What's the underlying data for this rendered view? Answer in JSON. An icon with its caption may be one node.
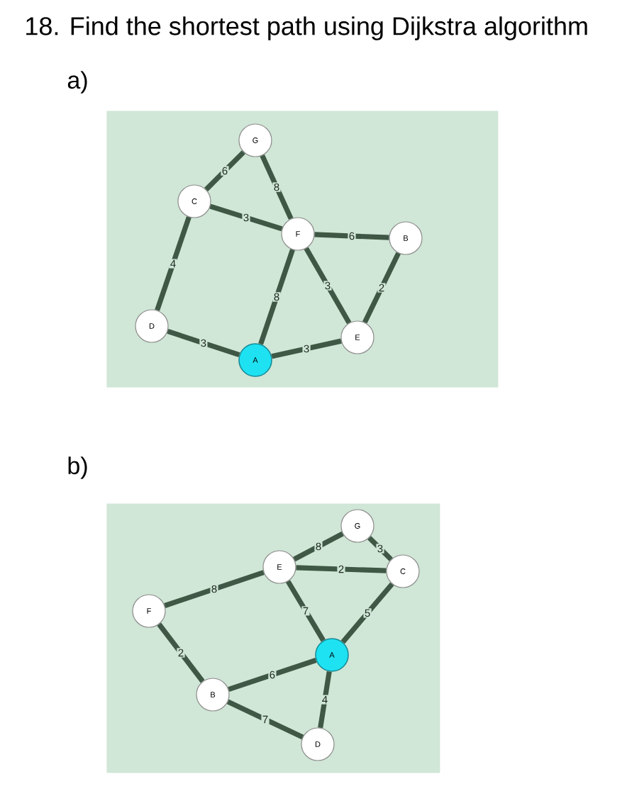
{
  "diagram": {
    "title": "18. Find the shortest path using Dijkstra algorithm",
    "nodes": [
      {
        "text": [
          "a)"
        ]
      },
      {
        "text": [
          "G"
        ],
        "in": 0
      },
      {
        "text": [
          "C"
        ],
        "in": 0
      },
      {
        "text": [
          "F"
        ],
        "in": 0
      },
      {
        "text": [
          "B"
        ],
        "in": 0
      },
      {
        "text": [
          "D"
        ],
        "in": 0
      },
      {
        "text": [
          "E"
        ],
        "in": 0
      },
      {
        "text": [
          "A"
        ],
        "in": 0
      },
      {
        "text": [
          "b)"
        ]
      },
      {
        "text": [
          "G"
        ],
        "in": 8
      },
      {
        "text": [
          "E"
        ],
        "in": 8
      },
      {
        "text": [
          "C"
        ],
        "in": 8
      },
      {
        "text": [
          "F"
        ],
        "in": 8
      },
      {
        "text": [
          "A"
        ],
        "in": 8
      },
      {
        "text": [
          "B"
        ],
        "in": 8
      },
      {
        "text": [
          "D"
        ],
        "in": 8
      }
    ],
    "edges": [
      {
        "from": 2,
        "to": 1,
        "arrow": "none",
        "label": "6"
      },
      {
        "from": 1,
        "to": 3,
        "arrow": "none",
        "label": "8"
      },
      {
        "from": 2,
        "to": 3,
        "arrow": "none",
        "label": "3"
      },
      {
        "from": 3,
        "to": 4,
        "arrow": "none",
        "label": "6"
      },
      {
        "from": 2,
        "to": 5,
        "arrow": "none",
        "label": "4"
      },
      {
        "from": 3,
        "to": 7,
        "arrow": "none",
        "label": "8"
      },
      {
        "from": 3,
        "to": 6,
        "arrow": "none",
        "label": "3"
      },
      {
        "from": 4,
        "to": 6,
        "arrow": "none",
        "label": "2"
      },
      {
        "from": 5,
        "to": 7,
        "arrow": "none",
        "label": "3"
      },
      {
        "from": 7,
        "to": 6,
        "arrow": "none",
        "label": "3"
      },
      {
        "from": 10,
        "to": 9,
        "arrow": "none",
        "label": "8"
      },
      {
        "from": 9,
        "to": 11,
        "arrow": "none",
        "label": "3"
      },
      {
        "from": 10,
        "to": 11,
        "arrow": "none",
        "label": "2"
      },
      {
        "from": 12,
        "to": 10,
        "arrow": "none",
        "label": "8"
      },
      {
        "from": 10,
        "to": 13,
        "arrow": "none",
        "label": "7"
      },
      {
        "from": 11,
        "to": 13,
        "arrow": "none",
        "label": "5"
      },
      {
        "from": 12,
        "to": 14,
        "arrow": "none",
        "label": "2"
      },
      {
        "from": 14,
        "to": 13,
        "arrow": "none",
        "label": "6"
      },
      {
        "from": 13,
        "to": 15,
        "arrow": "none",
        "label": "4"
      },
      {
        "from": 14,
        "to": 15,
        "arrow": "none",
        "label": "7"
      }
    ]
  }
}
